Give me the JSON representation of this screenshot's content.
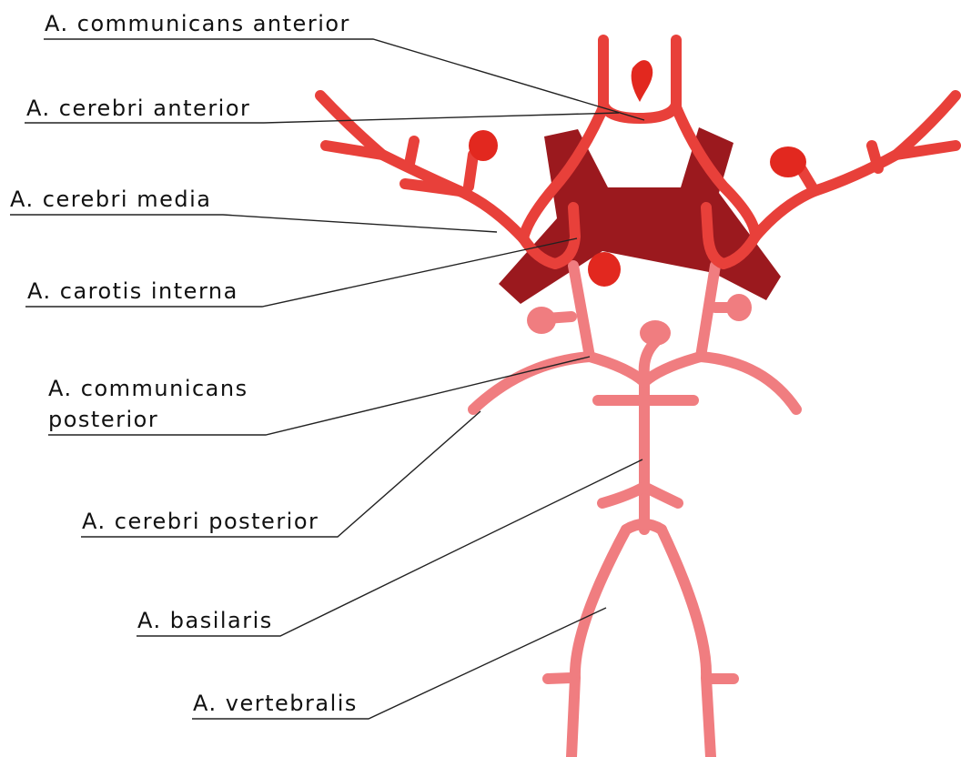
{
  "labels": {
    "communicans_anterior": "A. communicans anterior",
    "cerebri_anterior": "A. cerebri anterior",
    "cerebri_media": "A. cerebri media",
    "carotis_interna": "A. carotis interna",
    "communicans_posterior_line1": "A. communicans",
    "communicans_posterior_line2": "posterior",
    "cerebri_posterior": "A. cerebri posterior",
    "basilaris": "A. basilaris",
    "vertebralis": "A. vertebralis"
  },
  "colors": {
    "anterior_vessels": "#e8403a",
    "aneurysm": "#e2281f",
    "posterior_vessels": "#f07d80",
    "chiasm": "#9b191e",
    "leader_lines": "#222222",
    "text": "#111111"
  }
}
